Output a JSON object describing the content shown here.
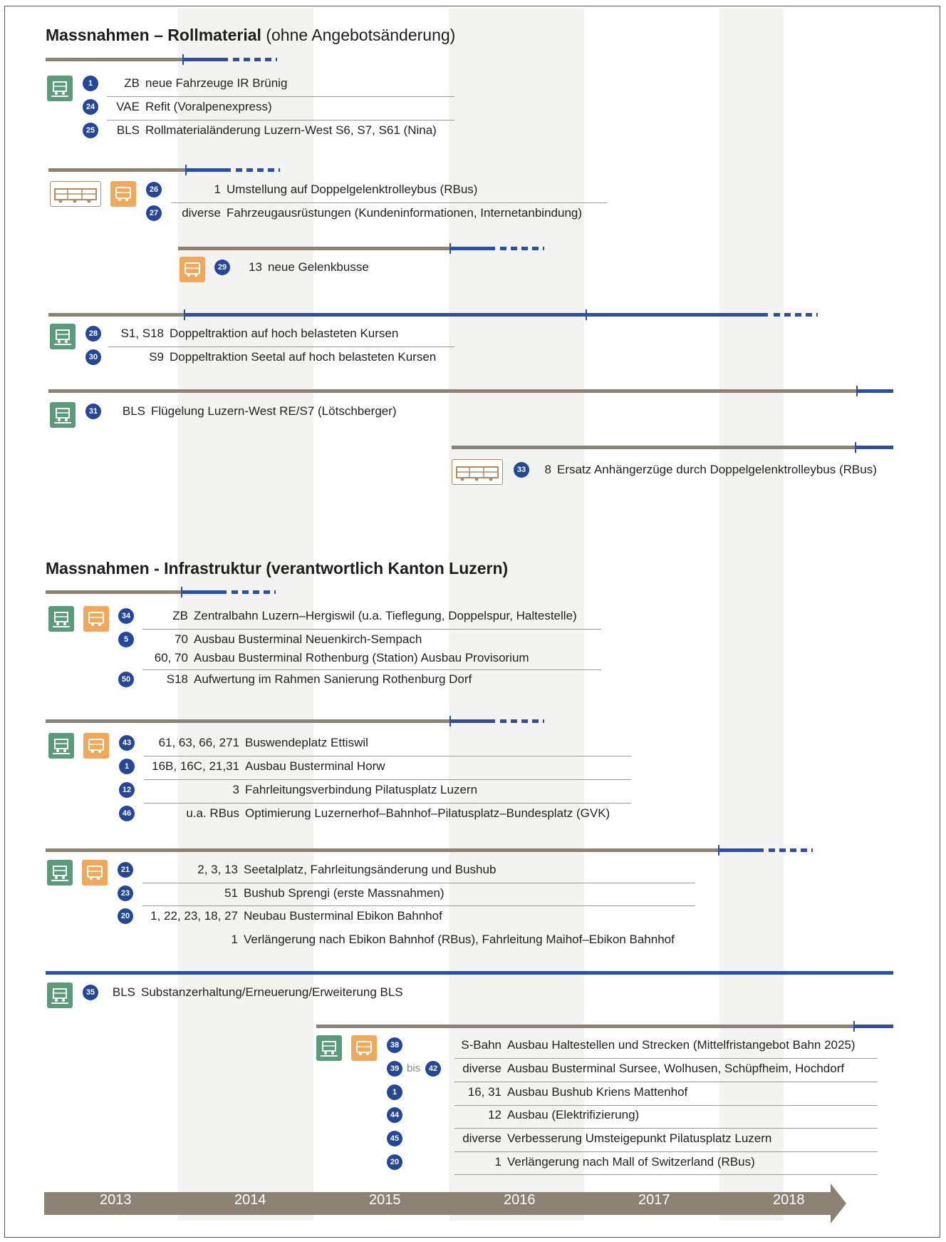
{
  "sections": {
    "rollmaterial_title_bold": "Massnahmen – Rollmaterial",
    "rollmaterial_title_rest": "(ohne Angebotsänderung)",
    "infrastruktur_title": "Massnahmen - Infrastruktur (verantwortlich Kanton Luzern)"
  },
  "groups": [
    {
      "rows": [
        {
          "badge": "1",
          "key": "ZB",
          "text": "neue Fahrzeuge IR Brünig"
        },
        {
          "badge": "24",
          "key": "VAE",
          "text": "Refit (Voralpenexpress)"
        },
        {
          "badge": "25",
          "key": "BLS",
          "text": "Rollmaterialänderung Luzern-West S6, S7, S61 (Nina)"
        }
      ]
    },
    {
      "rows": [
        {
          "badge": "26",
          "key": "1",
          "text": "Umstellung auf Doppelgelenktrolleybus (RBus)"
        },
        {
          "badge": "27",
          "key": "diverse",
          "text": "Fahrzeugausrüstungen (Kundeninformationen, Internetanbindung)"
        }
      ]
    },
    {
      "rows": [
        {
          "badge": "29",
          "key": "13",
          "text": "neue Gelenkbusse"
        }
      ]
    },
    {
      "rows": [
        {
          "badge": "28",
          "key": "S1, S18",
          "text": "Doppeltraktion auf hoch belasteten Kursen"
        },
        {
          "badge": "30",
          "key": "S9",
          "text": "Doppeltraktion Seetal auf hoch belasteten Kursen"
        }
      ]
    },
    {
      "rows": [
        {
          "badge": "31",
          "key": "BLS",
          "text": "Flügelung Luzern-West RE/S7 (Lötschberger)"
        }
      ]
    },
    {
      "rows": [
        {
          "badge": "33",
          "key": "8",
          "text": "Ersatz Anhängerzüge durch Doppelgelenktrolleybus (RBus)"
        }
      ]
    },
    {
      "rows": [
        {
          "badge": "34",
          "key": "ZB",
          "text": "Zentralbahn Luzern–Hergiswil (u.a. Tieflegung, Doppelspur, Haltestelle)"
        },
        {
          "badge": "5",
          "key": "70",
          "text": "Ausbau Busterminal Neuenkirch-Sempach"
        },
        {
          "badge": "",
          "key": "60, 70",
          "text": "Ausbau Busterminal Rothenburg (Station) Ausbau Provisorium"
        },
        {
          "badge": "50",
          "key": "S18",
          "text": "Aufwertung im Rahmen Sanierung Rothenburg Dorf"
        }
      ]
    },
    {
      "rows": [
        {
          "badge": "43",
          "key": "61, 63, 66, 271",
          "text": "Buswendeplatz Ettiswil"
        },
        {
          "badge": "1",
          "key": "16B, 16C, 21,31",
          "text": "Ausbau Busterminal Horw"
        },
        {
          "badge": "12",
          "key": "3",
          "text": "Fahrleitungsverbindung Pilatusplatz Luzern"
        },
        {
          "badge": "46",
          "key": "u.a. RBus",
          "text": "Optimierung Luzernerhof–Bahnhof–Pilatusplatz–Bundesplatz (GVK)"
        }
      ]
    },
    {
      "rows": [
        {
          "badge": "21",
          "key": "2, 3, 13",
          "text": "Seetalplatz, Fahrleitungsänderung und Bushub"
        },
        {
          "badge": "23",
          "key": "51",
          "text": "Bushub Sprengi (erste Massnahmen)"
        },
        {
          "badge": "20",
          "key": "1, 22, 23, 18, 27",
          "text": "Neubau Busterminal Ebikon Bahnhof"
        },
        {
          "badge": "",
          "key": "1",
          "text": "Verlängerung nach Ebikon Bahnhof (RBus), Fahrleitung Maihof–Ebikon Bahnhof"
        }
      ]
    },
    {
      "rows": [
        {
          "badge": "35",
          "key": "BLS",
          "text": "Substanzerhaltung/Erneuerung/Erweiterung BLS"
        }
      ]
    },
    {
      "rows": [
        {
          "badge": "38",
          "key": "S-Bahn",
          "text": "Ausbau Haltestellen und Strecken (Mittelfristangebot Bahn 2025)"
        },
        {
          "badge": "39",
          "badge2": "42",
          "bis": "bis",
          "key": "diverse",
          "text": "Ausbau Busterminal Sursee, Wolhusen, Schüpfheim, Hochdorf"
        },
        {
          "badge": "1",
          "key": "16, 31",
          "text": "Ausbau Bushub Kriens Mattenhof"
        },
        {
          "badge": "44",
          "key": "12",
          "text": "Ausbau (Elektrifizierung)"
        },
        {
          "badge": "45",
          "key": "diverse",
          "text": "Verbesserung Umsteigepunkt Pilatusplatz Luzern"
        },
        {
          "badge": "20",
          "key": "1",
          "text": "Verlängerung nach Mall of Switzerland (RBus)"
        }
      ]
    }
  ],
  "axis": {
    "years": [
      "2013",
      "2014",
      "2015",
      "2016",
      "2017",
      "2018"
    ]
  },
  "colors": {
    "planning": "#8b8273",
    "implementation": "#2c4fa3",
    "badge": "#24479a",
    "train_icon": "#5a9b7a",
    "bus_icon": "#f0a95b"
  }
}
